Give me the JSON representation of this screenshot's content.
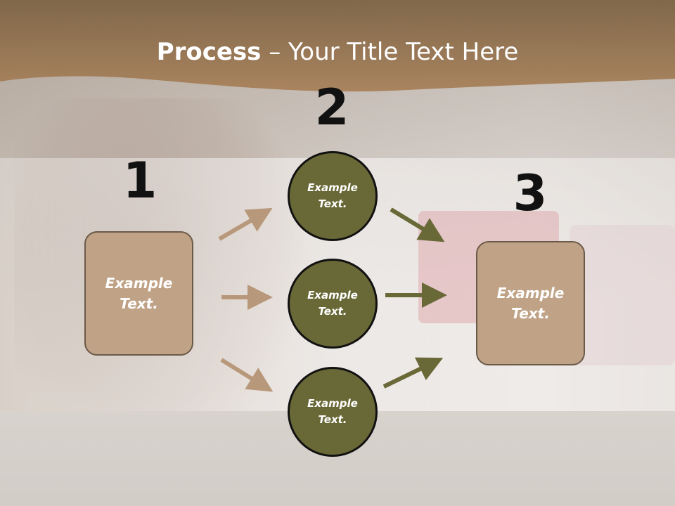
{
  "slide": {
    "title_bold": "Process",
    "title_rest": " – Your Title Text Here"
  },
  "colors": {
    "title_band": "#a07a52",
    "box_fill": "#c0a387",
    "box_border": "#6b5a48",
    "circle_fill": "#696837",
    "arrow_tan": "#b8987a",
    "arrow_olive": "#696837"
  },
  "steps": {
    "one": {
      "number": "1",
      "label": "Example\nText."
    },
    "two": {
      "number": "2",
      "items": [
        {
          "label": "Example\nText."
        },
        {
          "label": "Example\nText."
        },
        {
          "label": "Example\nText."
        }
      ]
    },
    "three": {
      "number": "3",
      "label": "Example\nText."
    }
  }
}
